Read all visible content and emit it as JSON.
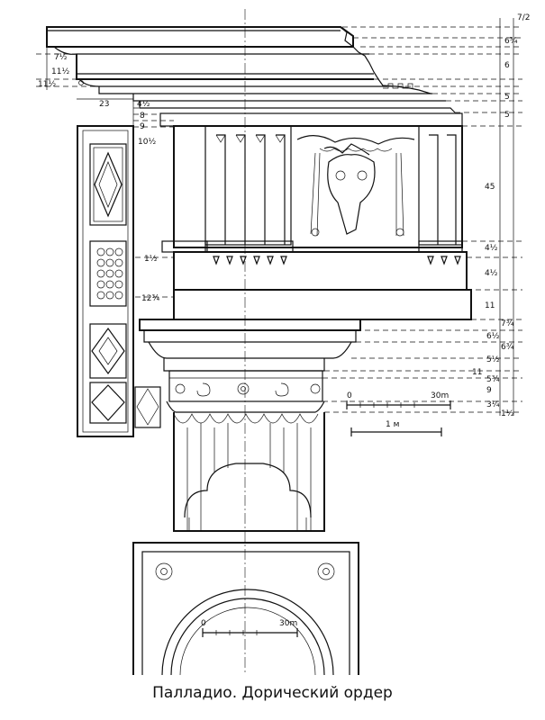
{
  "caption": "Палладио. Дорический ордер",
  "left_dims": [
    "7½",
    "11½",
    "11½",
    "23",
    "4½",
    "8",
    "9",
    "10½",
    "1½",
    "12¾"
  ],
  "right_dims": [
    "7/2",
    "6¾",
    "6",
    "5",
    "5",
    "45",
    "4½",
    "4½",
    "11",
    "7¾"
  ],
  "capital_right_dims": [
    "6½",
    "6¾",
    "5½",
    "11",
    "5¾",
    "9",
    "3¼",
    "1½"
  ],
  "scales": [
    {
      "start": "0",
      "end": "30m"
    },
    {
      "label": "1 м"
    },
    {
      "start": "0",
      "end": "30m"
    }
  ]
}
